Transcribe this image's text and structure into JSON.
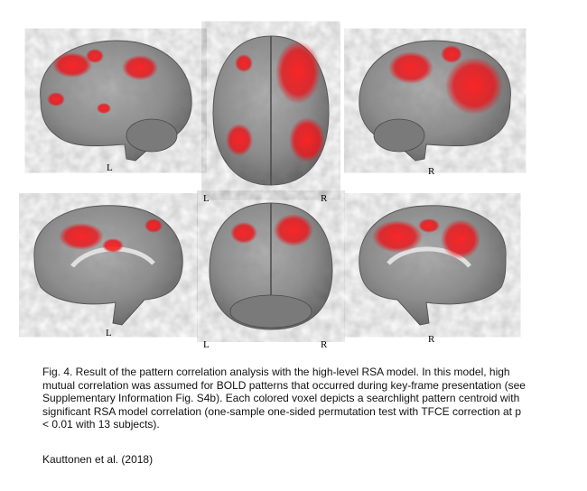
{
  "figure": {
    "panels": [
      {
        "id": "lateral-left",
        "side_label": "L"
      },
      {
        "id": "dorsal",
        "left_label": "L",
        "right_label": "R"
      },
      {
        "id": "lateral-right",
        "side_label": "R"
      },
      {
        "id": "medial-left",
        "side_label": "L"
      },
      {
        "id": "posterior",
        "left_label": "L",
        "right_label": "R"
      },
      {
        "id": "medial-right",
        "side_label": "R"
      }
    ],
    "colors": {
      "cortex": "#8e8e8e",
      "cortex_dark": "#5e5e5e",
      "activation": "#e8141a"
    }
  },
  "caption": {
    "text": "Fig. 4. Result of the pattern correlation analysis with the high-level RSA model. In this model, high mutual correlation was assumed for BOLD patterns that occurred during key-frame presentation (see Supplementary Information Fig. S4b). Each colored voxel depicts a searchlight pattern centroid with significant RSA model correlation (one-sample one-sided permutation test with TFCE correction at p < 0.01 with 13 subjects).",
    "citation": "Kauttonen et al. (2018)"
  }
}
